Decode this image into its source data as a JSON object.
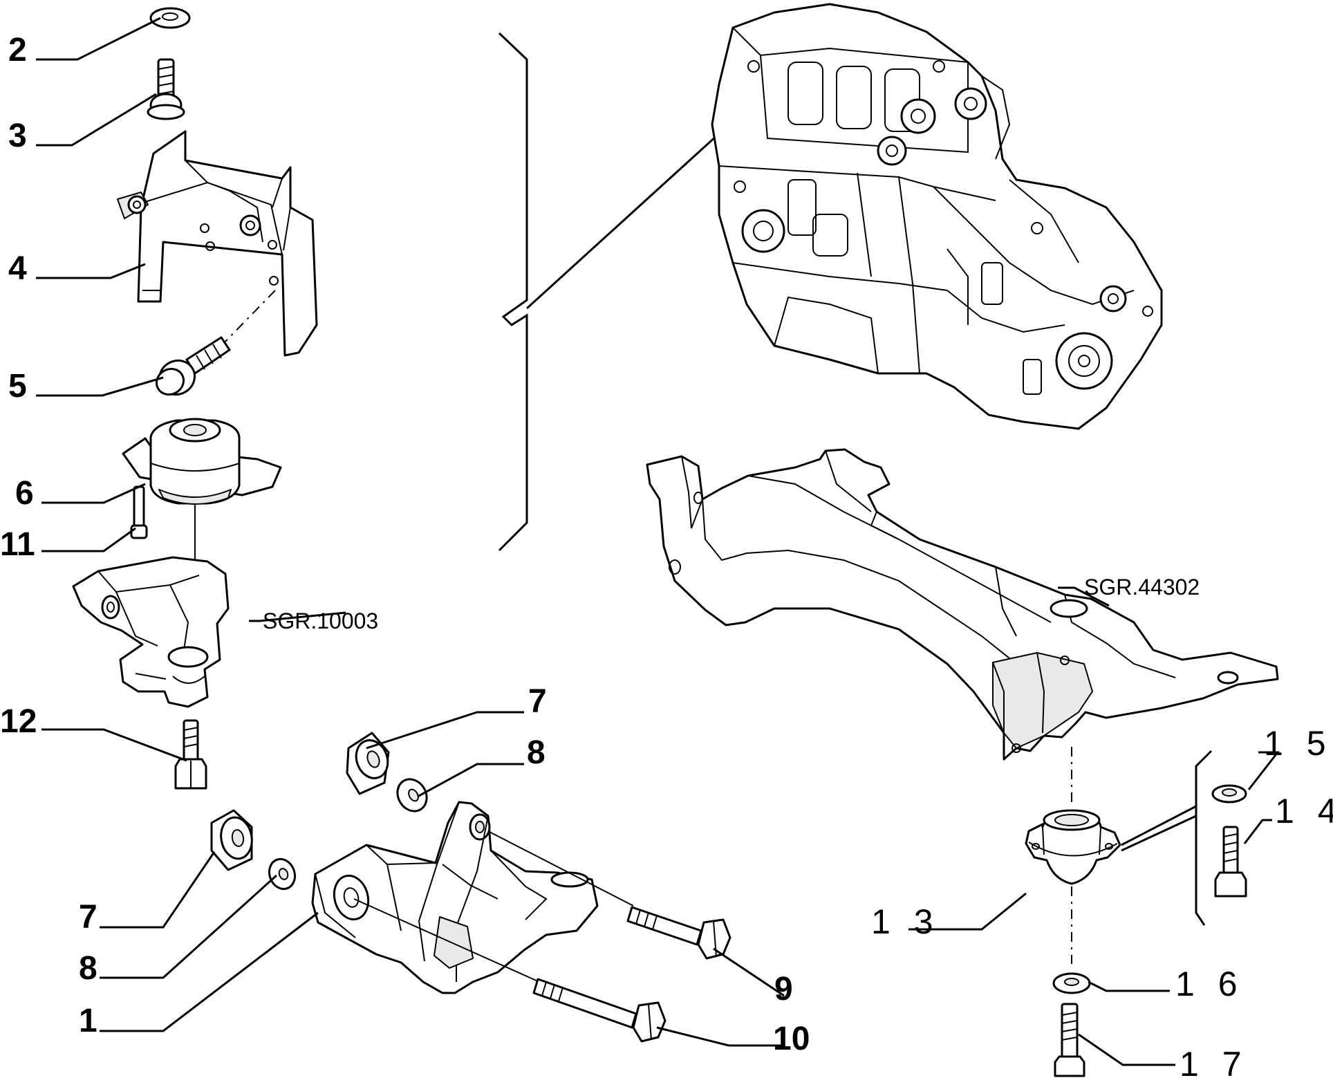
{
  "callouts": [
    {
      "id": "c2",
      "label": "2"
    },
    {
      "id": "c3",
      "label": "3"
    },
    {
      "id": "c4",
      "label": "4"
    },
    {
      "id": "c5",
      "label": "5"
    },
    {
      "id": "c6",
      "label": "6"
    },
    {
      "id": "c11",
      "label": "11"
    },
    {
      "id": "c12",
      "label": "12"
    },
    {
      "id": "c7a",
      "label": "7"
    },
    {
      "id": "c8a",
      "label": "8"
    },
    {
      "id": "c7b",
      "label": "7"
    },
    {
      "id": "c8b",
      "label": "8"
    },
    {
      "id": "c1",
      "label": "1"
    },
    {
      "id": "c9",
      "label": "9"
    },
    {
      "id": "c10",
      "label": "10"
    },
    {
      "id": "c15",
      "label": "1 5"
    },
    {
      "id": "c14",
      "label": "1 4"
    },
    {
      "id": "c13",
      "label": "1 3"
    },
    {
      "id": "c16",
      "label": "1 6"
    },
    {
      "id": "c17",
      "label": "1 7"
    }
  ],
  "references": {
    "left_mount": "SGR.10003",
    "crossmember": "SGR.44302"
  }
}
